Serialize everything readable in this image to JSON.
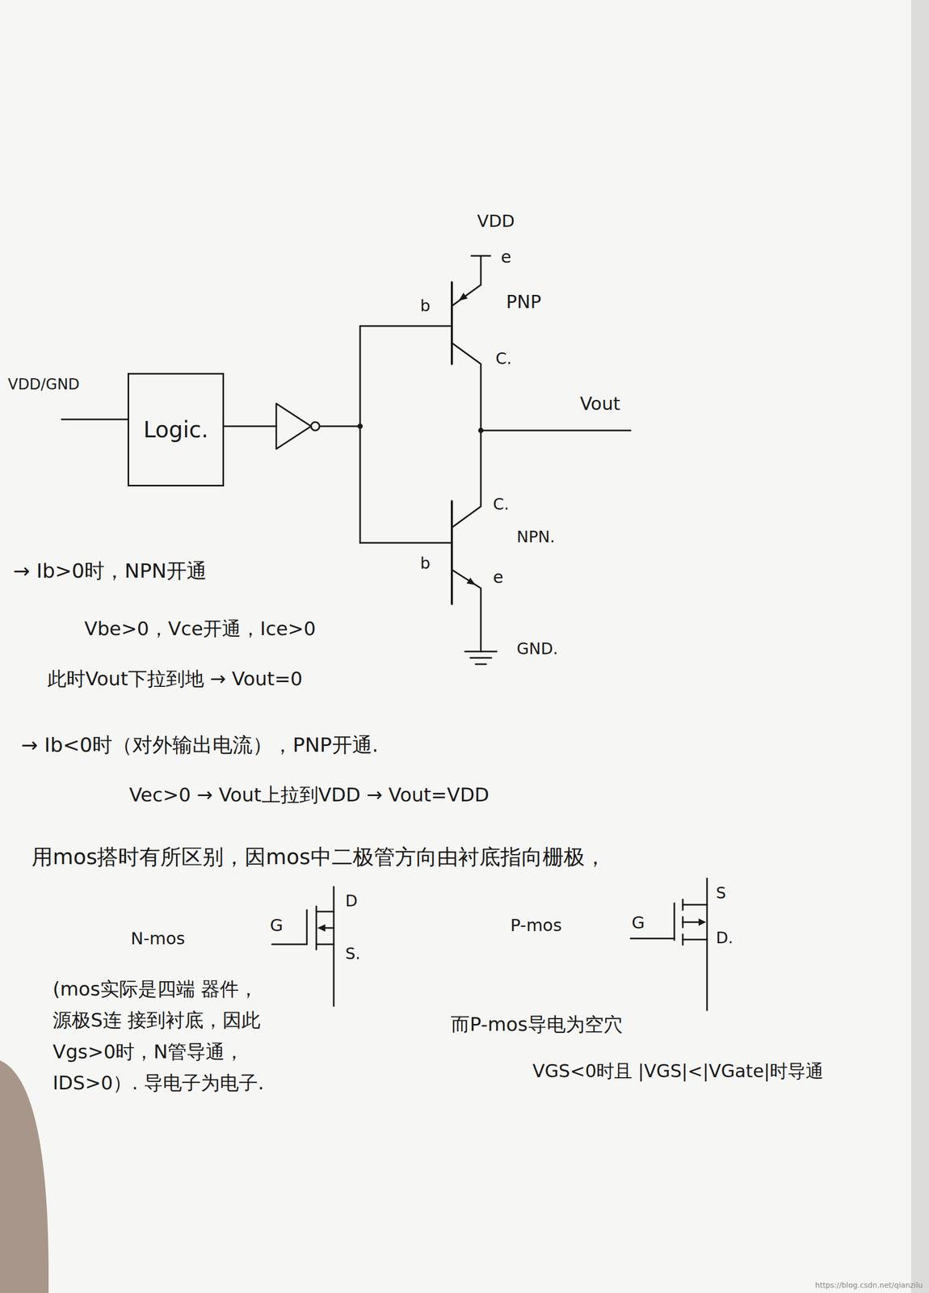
{
  "diagram": {
    "nodes": [
      {
        "text": [
          "Logic."
        ]
      }
    ],
    "labels": [
      "VDD",
      "e",
      "b",
      "PNP",
      "C.",
      "VDD/GND",
      "Vout",
      "C.",
      "NPN.",
      "b",
      "e",
      "GND.",
      "→ Ib>0时，NPN开通",
      "Vbe>0，Vce开通，Ice>0",
      "此时Vout下拉到地 → Vout=0",
      "→ Ib<0时（对外输出电流），PNP开通.",
      "Vec>0 → Vout上拉到VDD → Vout=VDD",
      "用mos搭时有所区别，因mos中二极管方向由衬底指向栅极，",
      "N-mos",
      "G",
      "D",
      "S.",
      "P-mos",
      "G",
      "S",
      "D.",
      "(mos实际是四端 器件，源极S连 接到衬底，因此 Vgs>0时，N管导通，IDS>0）. 导电子为电子.",
      "而P-mos导电为空穴",
      "VGS<0时且 |VGS|<|VGate|时导通",
      "https://blog.csdn.net/qianzilu"
    ]
  }
}
